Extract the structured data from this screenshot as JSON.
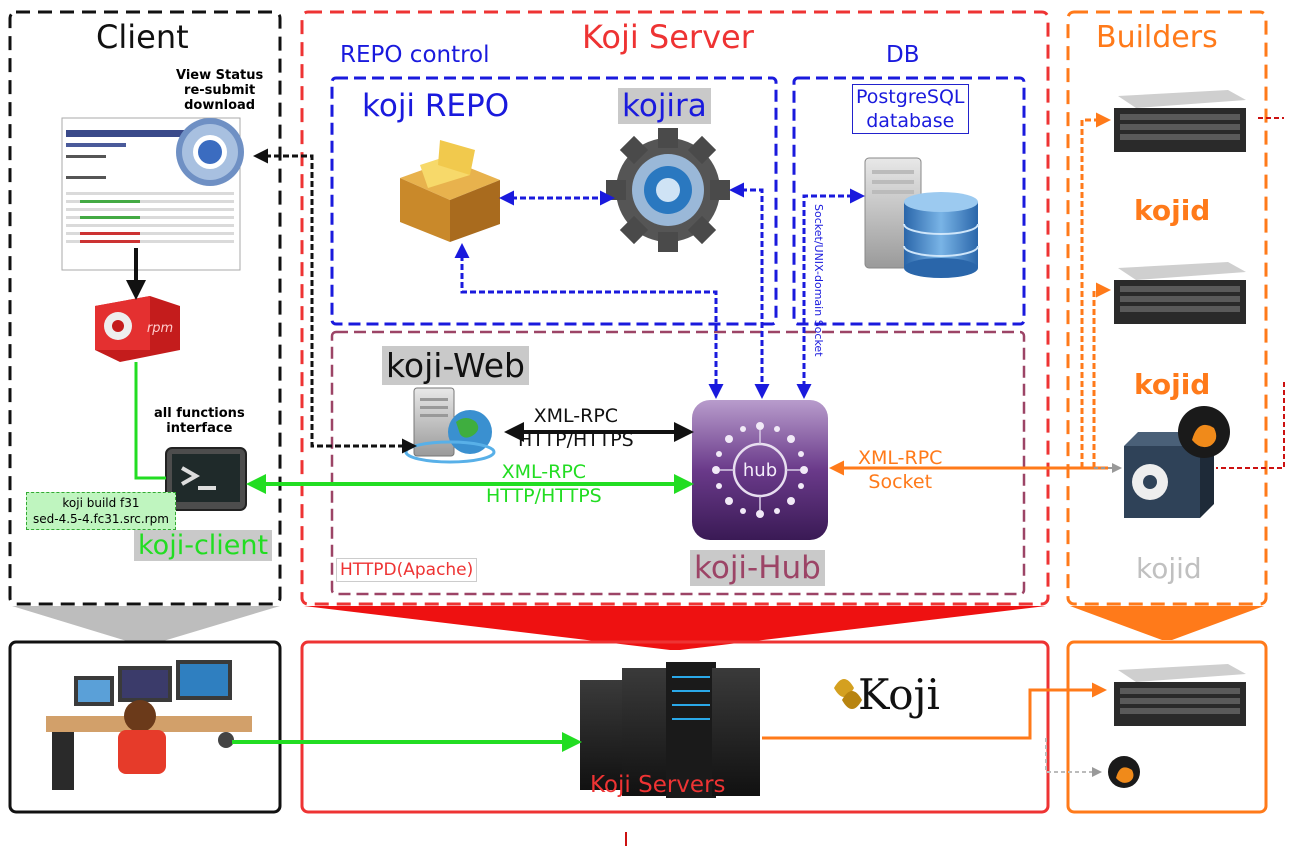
{
  "sections": {
    "client_title": "Client",
    "server_title": "Koji Server",
    "builders_title": "Builders",
    "repo_control": "REPO control",
    "db": "DB",
    "httpd": "HTTPD(Apache)"
  },
  "components": {
    "koji_repo": "koji REPO",
    "kojira": "kojira",
    "postgres_line1": "PostgreSQL",
    "postgres_line2": "database",
    "koji_web": "koji-Web",
    "koji_hub": "koji-Hub",
    "koji_client": "koji-client",
    "kojid_1": "kojid",
    "kojid_2": "kojid",
    "kojid_3": "kojid",
    "koji_servers": "Koji Servers",
    "koji_logo": "Koji",
    "hub_icon_text": "hub",
    "rpm_icon_text": "rpm"
  },
  "annotations": {
    "view_status_1": "View Status",
    "view_status_2": "re-submit",
    "view_status_3": "download",
    "all_functions_1": "all functions",
    "all_functions_2": "interface",
    "cmd_line1": "koji build f31",
    "cmd_line2": "sed-4.5-4.fc31.src.rpm",
    "xmlrpc_web_1": "XML-RPC",
    "xmlrpc_web_2": "HTTP/HTTPS",
    "xmlrpc_client_1": "XML-RPC",
    "xmlrpc_client_2": "HTTP/HTTPS",
    "xmlrpc_socket_1": "XML-RPC",
    "xmlrpc_socket_2": "Socket",
    "socket_unix": "Socket/UNIX-domain Socket"
  },
  "colors": {
    "client": "#111111",
    "server": "#ee3333",
    "builders": "#ff7a1a",
    "repo": "#1a1add",
    "httpd": "#9c4466",
    "green": "#22dd22",
    "orange": "#ff7a1a"
  }
}
